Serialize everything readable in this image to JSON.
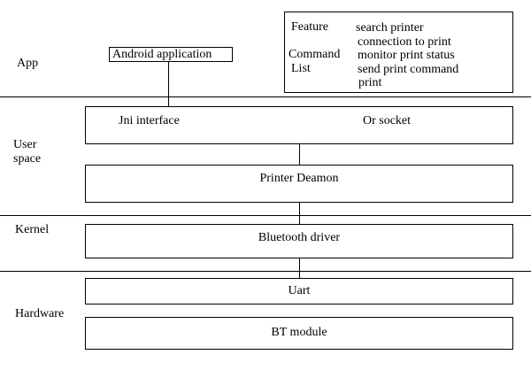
{
  "layers": {
    "app": "App",
    "user_space": "User\nspace",
    "kernel": "Kernel",
    "hardware": "Hardware"
  },
  "app_box": {
    "label": "Android application"
  },
  "feature_list": {
    "heading_lines": [
      "Feature",
      "Command",
      "List"
    ],
    "items": [
      "search printer",
      "connection to print",
      "monitor print status",
      "send print command",
      "print"
    ]
  },
  "user_space_boxes": {
    "interface_left": "Jni interface",
    "interface_right": "Or socket",
    "daemon": "Printer Deamon"
  },
  "kernel_boxes": {
    "driver": "Bluetooth driver"
  },
  "hardware_boxes": {
    "uart": "Uart",
    "module": "BT module"
  }
}
